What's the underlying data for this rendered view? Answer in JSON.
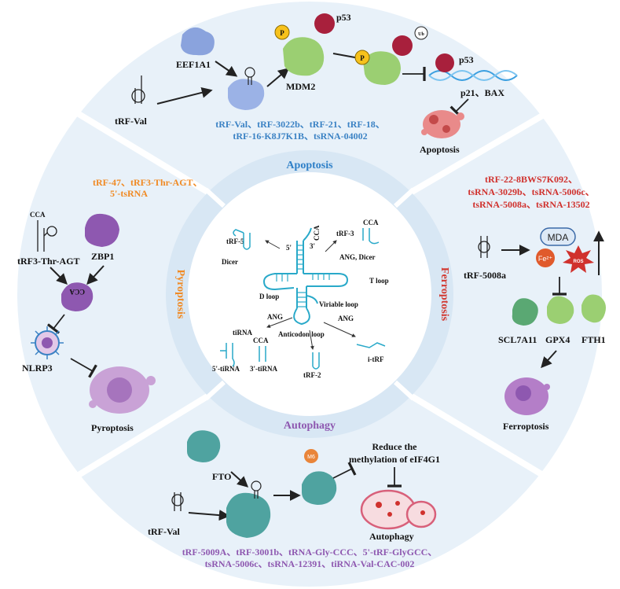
{
  "sections": {
    "apoptosis": "Apoptosis",
    "pyroptosis": "Pyroptosis",
    "ferroptosis": "Ferroptosis",
    "autophagy": "Autophagy"
  },
  "center": {
    "trf5": "tRF-5",
    "trf3": "tRF-3",
    "dicer_left": "Dicer",
    "ang_dicer": "ANG, Dicer",
    "five_prime": "5'",
    "three_prime": "3'",
    "cca_top": "CCA",
    "cca_trf3": "CCA",
    "cca_tirna": "CCA",
    "t_loop": "T loop",
    "d_loop": "D loop",
    "variable_loop": "Viriable loop",
    "anticodon_loop": "Anticodon loop",
    "ang_left": "ANG",
    "ang_right": "ANG",
    "tirna": "tiRNA",
    "five_tirna": "5'-tiRNA",
    "three_tirna": "3'-tiRNA",
    "trf2": "tRF-2",
    "itrf": "i-tRF"
  },
  "apoptosis": {
    "eef1a1": "EEF1A1",
    "mdm2": "MDM2",
    "p53_top": "p53",
    "p53_right": "p53",
    "p_badge_1": "P",
    "p_badge_2": "P",
    "ub": "Ub",
    "p21_bax": "p21、BAX",
    "trf_val": "tRF-Val",
    "outcome": "Apoptosis",
    "rna_line1": "tRF-Val、tRF-3022b、tRF-21、tRF-18、",
    "rna_line2": "tRF-16-K8J7K1B、tsRNA-04002"
  },
  "pyroptosis": {
    "rna_line1": "tRF-47、tRF3-Thr-AGT、",
    "rna_line2": "5'-tsRNA",
    "cca": "CCA",
    "cca_bound": "CCA",
    "trf3_thr": "tRF3-Thr-AGT",
    "zbp1": "ZBP1",
    "nlrp3": "NLRP3",
    "outcome": "Pyroptosis"
  },
  "ferroptosis": {
    "rna_line1": "tRF-22-8BWS7K092、",
    "rna_line2": "tsRNA-3029b、tsRNA-5006c、",
    "rna_line3": "tsRNA-5008a、tsRNA-13502",
    "mda": "MDA",
    "fe": "Fe²⁺",
    "ros": "ROS",
    "trf5008a": "tRF-5008a",
    "scl7a11": "SCL7A11",
    "gpx4": "GPX4",
    "fth1": "FTH1",
    "outcome": "Ferroptosis"
  },
  "autophagy": {
    "fto": "FTO",
    "m6a": "M6",
    "reduce_line1": "Reduce the",
    "reduce_line2": "methylation of eIF4G1",
    "trf_val": "tRF-Val",
    "outcome": "Autophagy",
    "rna_line1": "tRF-5009A、tRF-3001b、tRNA-Gly-CCC、5'-tRF-GlyGCC、",
    "rna_line2": "tsRNA-5006c、tsRNA-12391、tiRNA-Val-CAC-002"
  },
  "colors": {
    "outer_ring": "#e7f0f9",
    "inner_ring": "#d9e8f5",
    "center": "#ffffff",
    "trna": "#29a9c9",
    "apoptosis_blue": "#3b82c4",
    "pyroptosis_orange": "#f08a24",
    "ferroptosis_red": "#d0312d",
    "autophagy_purple": "#8e58b0"
  }
}
